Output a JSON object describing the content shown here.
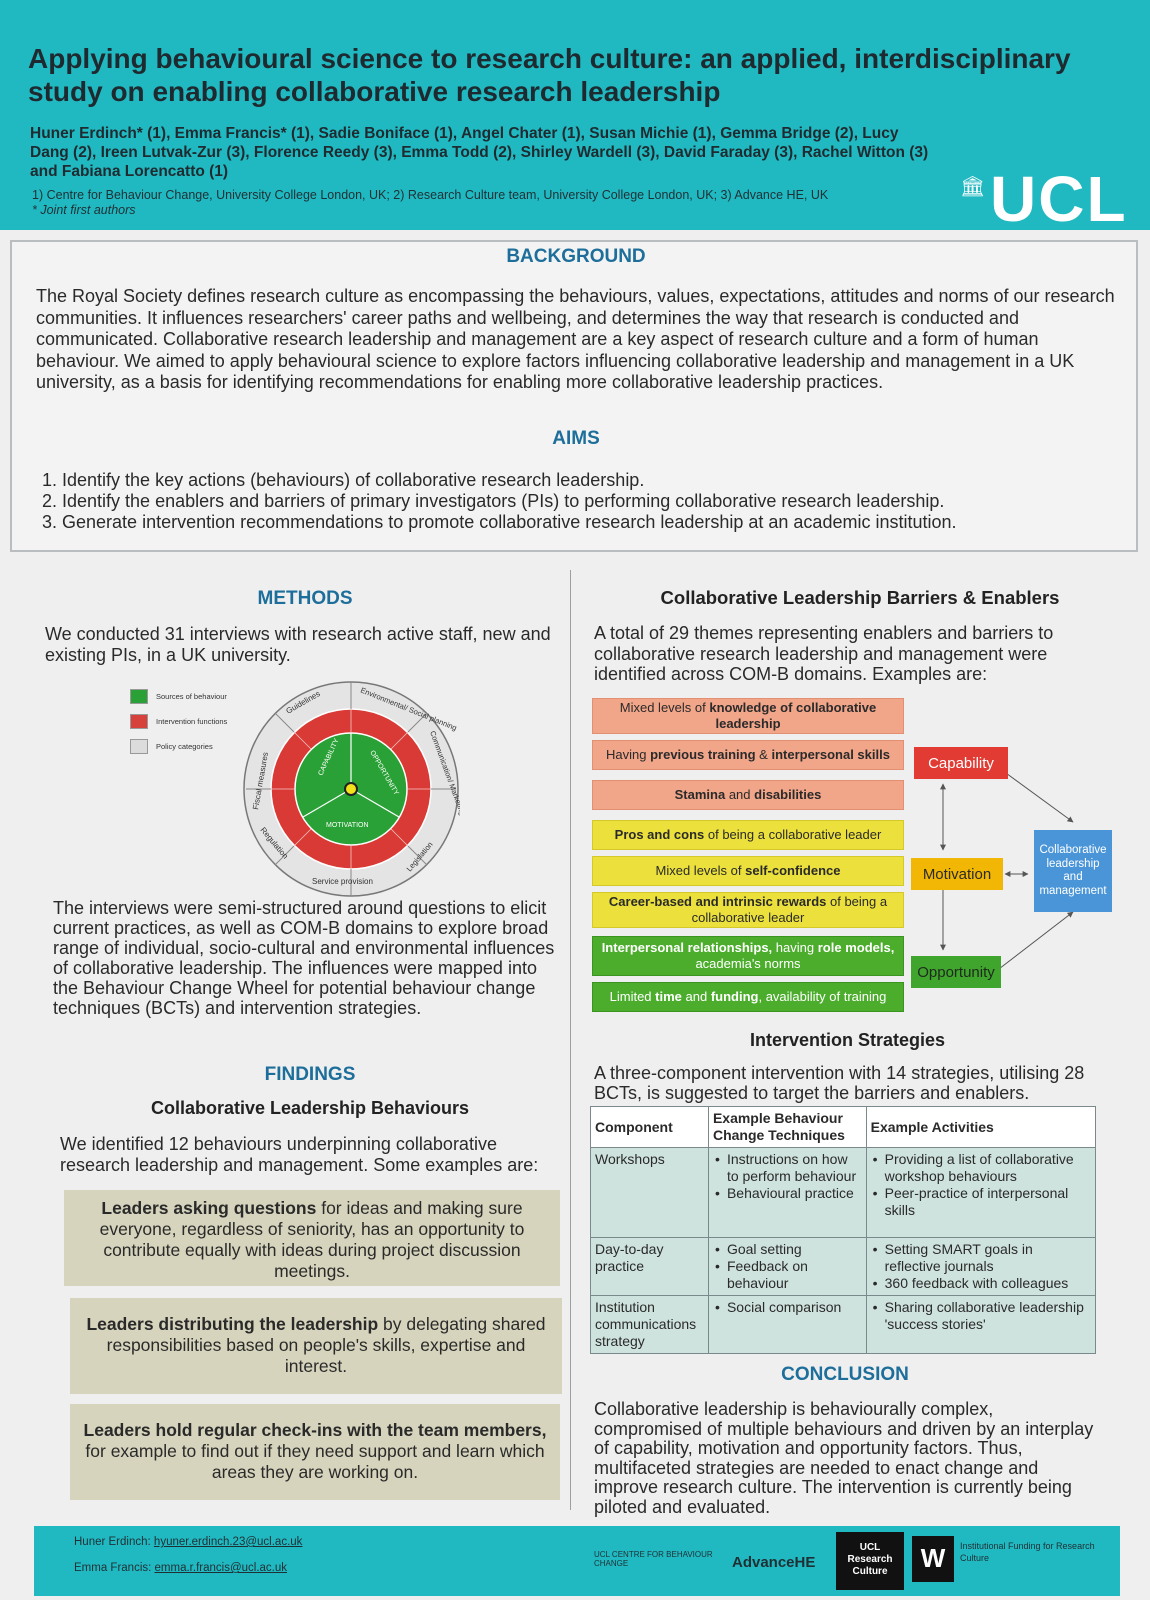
{
  "header": {
    "title": "Applying behavioural science to research culture: an applied, interdisciplinary study on enabling collaborative research leadership",
    "authors": "Huner Erdinch* (1), Emma Francis* (1), Sadie Boniface (1), Angel Chater (1), Susan Michie (1), Gemma Bridge (2), Lucy Dang (2), Ireen Lutvak-Zur (3), Florence Reedy (3), Emma Todd (2), Shirley Wardell (3), David Faraday (3), Rachel Witton (3) and Fabiana Lorencatto (1)",
    "affiliations": "1) Centre for Behaviour Change, University College London, UK; 2) Research Culture team, University College London, UK; 3) Advance HE, UK",
    "joint_note": "* Joint first authors",
    "logo_text": "UCL"
  },
  "background": {
    "heading": "BACKGROUND",
    "text": "The Royal Society defines research culture as encompassing the behaviours, values, expectations, attitudes and norms of our research communities. It influences researchers' career paths and wellbeing, and determines the way that research is conducted and communicated. Collaborative research leadership and management are a key aspect of research culture and a form of human behaviour. We aimed to apply behavioural science to explore factors influencing collaborative leadership and management in a UK university, as a basis for identifying recommendations for enabling more collaborative leadership practices."
  },
  "aims": {
    "heading": "AIMS",
    "items": [
      "1. Identify the key actions (behaviours) of collaborative research leadership.",
      "2. Identify the enablers and barriers of primary investigators (PIs) to performing collaborative research leadership.",
      "3. Generate intervention recommendations to promote collaborative research leadership at an academic institution."
    ]
  },
  "methods": {
    "heading": "METHODS",
    "intro": "We conducted 31 interviews with research active staff, new and existing PIs, in a UK university.",
    "legend": [
      "Sources of behaviour",
      "Intervention functions",
      "Policy categories"
    ],
    "wheel": {
      "center": [
        "CAPABILITY",
        "OPPORTUNITY",
        "MOTIVATION"
      ],
      "outer": [
        "Guidelines",
        "Environmental/ Social planning",
        "Communication/ Marketing",
        "Legislation",
        "Service provision",
        "Regulation",
        "Fiscal measures"
      ]
    },
    "details": "The interviews were semi-structured around questions to elicit current practices, as well as COM-B domains to explore broad range of individual, socio-cultural and environmental influences of collaborative leadership. The influences were mapped into the Behaviour  Change Wheel for potential behaviour change techniques (BCTs) and intervention strategies."
  },
  "findings": {
    "heading": "FINDINGS",
    "subheading": "Collaborative Leadership Behaviours",
    "intro": "We identified 12 behaviours underpinning collaborative research leadership and management. Some examples are:",
    "behaviours": [
      {
        "bold": "Leaders asking questions",
        "rest": " for ideas and making sure everyone, regardless of seniority, has an opportunity to contribute equally with ideas during project discussion meetings."
      },
      {
        "bold": "Leaders distributing the leadership",
        "rest": " by delegating shared responsibilities based on people's skills, expertise and interest."
      },
      {
        "bold": "Leaders hold regular check-ins with the team members,",
        "rest": " for example to find out if they need support and learn which areas they are working on."
      }
    ]
  },
  "barriers": {
    "heading": "Collaborative Leadership Barriers & Enablers",
    "intro": "A total of 29 themes representing enablers and barriers to collaborative research leadership and management were identified across COM-B domains. Examples are:",
    "items": [
      {
        "pre": "Mixed levels of ",
        "bold": "knowledge of collaborative leadership",
        "post": ""
      },
      {
        "pre": "Having ",
        "bold": "previous training",
        "mid": " & ",
        "bold2": "interpersonal skills",
        "post": ""
      },
      {
        "pre": "",
        "bold": "Stamina",
        "mid": " and ",
        "bold2": "disabilities",
        "post": ""
      },
      {
        "pre": "",
        "bold": "Pros and cons",
        "post": " of being a collaborative leader"
      },
      {
        "pre": "Mixed levels of ",
        "bold": "self-confidence",
        "post": ""
      },
      {
        "pre": "",
        "bold": "Career-based and intrinsic rewards",
        "post": " of being a collaborative leader"
      },
      {
        "pre": "",
        "bold": "Interpersonal relationships,",
        "mid": " having ",
        "bold2": "role models,",
        "post": " academia's norms"
      },
      {
        "pre": "Limited ",
        "bold": "time",
        "mid": " and ",
        "bold2": "funding",
        "post": ", availability of training"
      }
    ],
    "domains": {
      "capability": "Capability",
      "motivation": "Motivation",
      "opportunity": "Opportunity",
      "behaviour": "Collaborative leadership and management"
    },
    "colors": {
      "capability": "#e23b33",
      "motivation": "#f2b705",
      "opportunity": "#3fa52c",
      "behaviour": "#4a95d8"
    }
  },
  "intervention": {
    "heading": "Intervention Strategies",
    "intro": "A three-component intervention with 14 strategies, utilising 28 BCTs, is suggested to target the barriers and enablers.",
    "headers": [
      "Component",
      "Example Behaviour Change Techniques",
      "Example Activities"
    ],
    "rows": [
      {
        "component": "Workshops",
        "bcts": [
          "Instructions on how to perform behaviour",
          "Behavioural practice"
        ],
        "activities": [
          "Providing a list of collaborative workshop behaviours",
          "Peer-practice of interpersonal skills"
        ]
      },
      {
        "component": "Day-to-day practice",
        "bcts": [
          "Goal setting",
          "Feedback on behaviour"
        ],
        "activities": [
          "Setting SMART goals in reflective journals",
          "360 feedback with colleagues"
        ]
      },
      {
        "component": "Institution communications strategy",
        "bcts": [
          "Social comparison"
        ],
        "activities": [
          "Sharing collaborative leadership 'success stories'"
        ]
      }
    ]
  },
  "conclusion": {
    "heading": "CONCLUSION",
    "text": "Collaborative leadership is behaviourally complex, compromised of multiple behaviours and driven by an interplay of capability, motivation and opportunity factors. Thus, multifaceted strategies are needed to enact change and improve research culture. The intervention is currently being piloted and evaluated."
  },
  "footer": {
    "contact1_name": "Huner Erdinch:",
    "contact1_email": "hyuner.erdinch.23@ucl.ac.uk",
    "contact2_name": "Emma Francis:",
    "contact2_email": "emma.r.francis@ucl.ac.uk",
    "logo_cbc": "UCL CENTRE FOR BEHAVIOUR CHANGE",
    "logo_advance": "AdvanceHE",
    "logo_ucl_rc": "UCL Research Culture",
    "logo_wellcome": "W",
    "funding": "Institutional Funding for Research Culture"
  }
}
